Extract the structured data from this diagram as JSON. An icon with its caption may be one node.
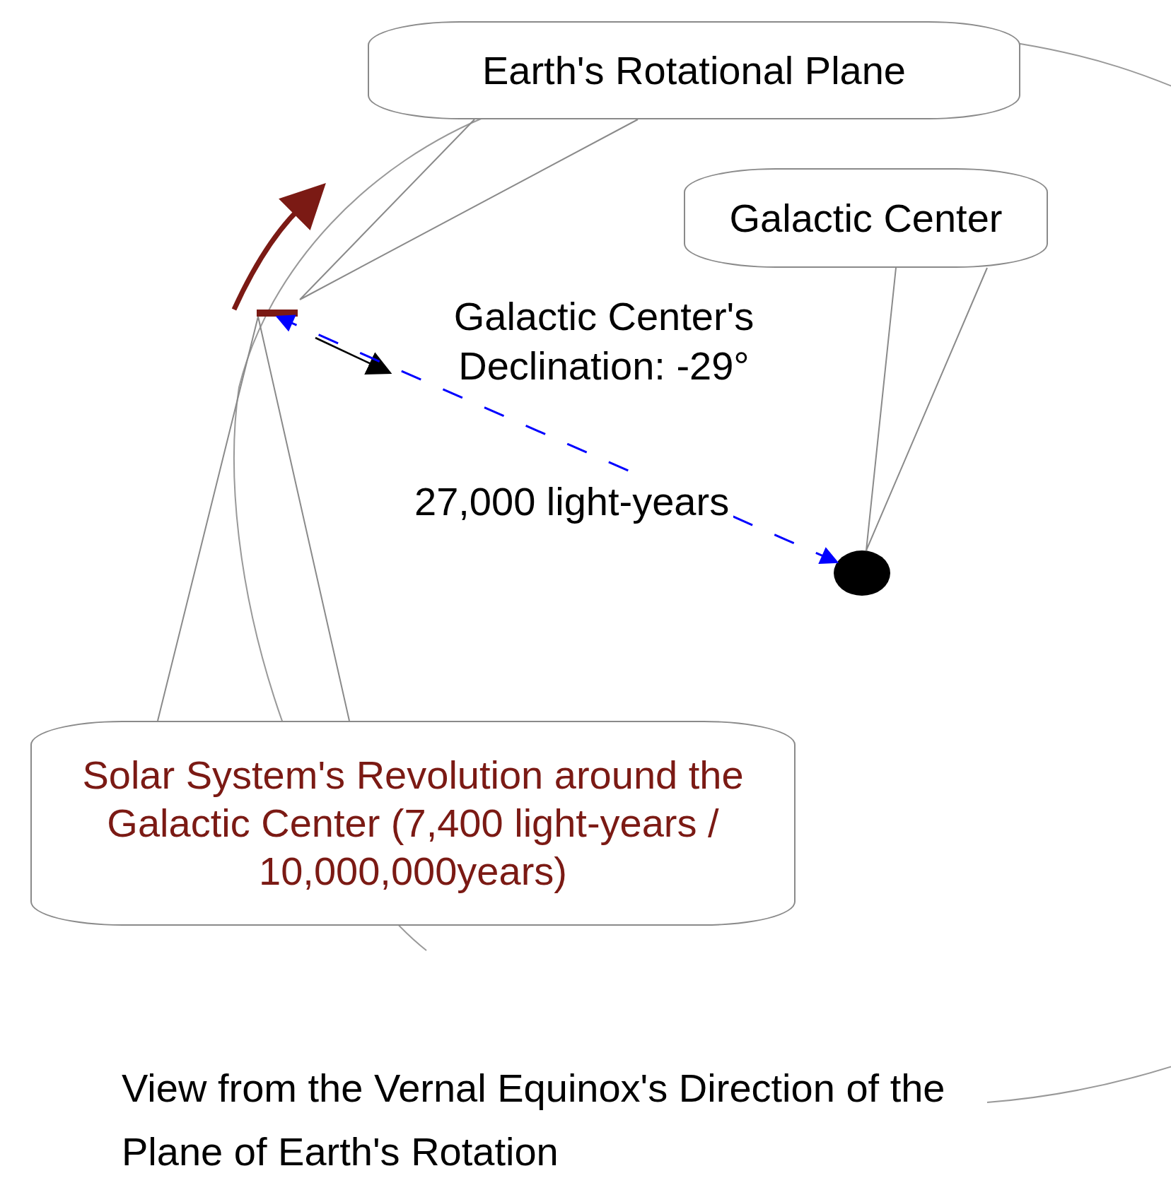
{
  "diagram": {
    "caption": "View from the Vernal Equinox's Direction of the Plane of Earth's Rotation",
    "nodes": [
      {
        "text": [
          "Earth's Rotational Plane"
        ]
      },
      {
        "text": [
          "Galactic Center"
        ]
      },
      {
        "text": [],
        "shape": "bar"
      },
      {
        "text": [],
        "shape": "circle"
      },
      {
        "text": [
          "Solar System's Revolution around the Galactic Center (7,400 light-years / 10,000,000years)"
        ]
      }
    ],
    "edges": [
      {
        "from": 0,
        "to": null,
        "arrow": "none"
      },
      {
        "from": 1,
        "to": 3,
        "arrow": "none"
      },
      {
        "from": 4,
        "to": 2,
        "arrow": "none"
      },
      {
        "from": 2,
        "to": 3,
        "arrow": "both",
        "label": "27,000 light-years",
        "style": "dashed",
        "color": "#0000ff"
      }
    ],
    "labels": [
      "Galactic Center's Declination: -29°"
    ]
  }
}
